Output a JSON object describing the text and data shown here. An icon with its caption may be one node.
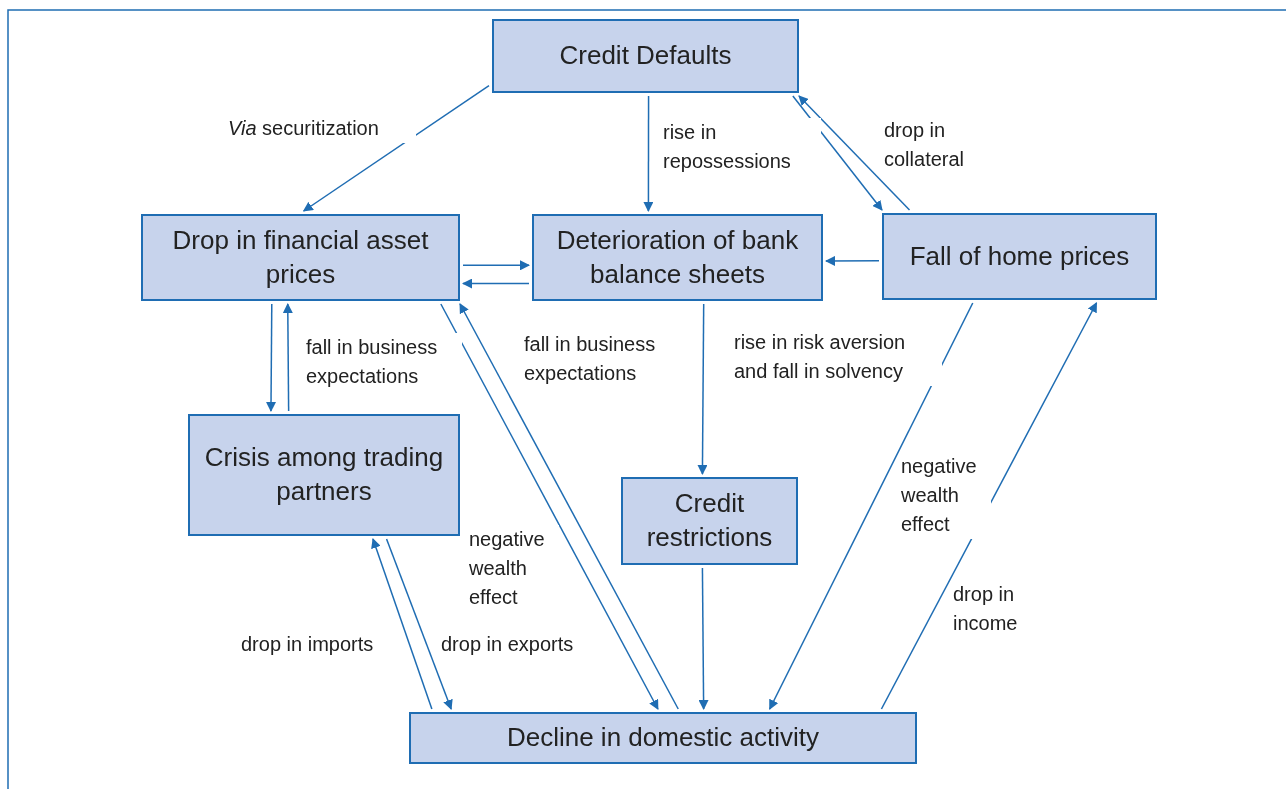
{
  "diagram": {
    "nodes": [
      {
        "text": [
          "Credit Defaults"
        ]
      },
      {
        "text": [
          "Drop in financial asset prices"
        ]
      },
      {
        "text": [
          "Deterioration of bank balance sheets"
        ]
      },
      {
        "text": [
          "Fall of home prices"
        ]
      },
      {
        "text": [
          "Crisis among trading partners"
        ]
      },
      {
        "text": [
          "Credit restrictions"
        ]
      },
      {
        "text": [
          "Decline in domestic activity"
        ]
      }
    ],
    "edges": [
      {
        "from": 0,
        "to": 1,
        "arrow": "to",
        "label": "*Via* securitization"
      },
      {
        "from": 0,
        "to": 2,
        "arrow": "to",
        "label": "rise in repossessions"
      },
      {
        "from": 0,
        "to": 3,
        "arrow": "to"
      },
      {
        "from": 3,
        "to": 0,
        "arrow": "to",
        "label": "drop in collateral"
      },
      {
        "from": 1,
        "to": 2,
        "arrow": "to"
      },
      {
        "from": 2,
        "to": 1,
        "arrow": "to"
      },
      {
        "from": 3,
        "to": 2,
        "arrow": "to"
      },
      {
        "from": 1,
        "to": 4,
        "arrow": "to"
      },
      {
        "from": 4,
        "to": 1,
        "arrow": "to",
        "label": "fall in business expectations"
      },
      {
        "from": 1,
        "to": 6,
        "arrow": "to",
        "label": "negative wealth effect"
      },
      {
        "from": 6,
        "to": 1,
        "arrow": "to",
        "label": "fall in business expectations"
      },
      {
        "from": 2,
        "to": 5,
        "arrow": "to",
        "label": "rise in risk aversion and fall in solvency"
      },
      {
        "from": 5,
        "to": 6,
        "arrow": "to"
      },
      {
        "from": 3,
        "to": 6,
        "arrow": "to",
        "label": "negative wealth effect"
      },
      {
        "from": 6,
        "to": 3,
        "arrow": "to",
        "label": "drop in income"
      },
      {
        "from": 6,
        "to": 4,
        "arrow": "to",
        "label": "drop in imports"
      },
      {
        "from": 4,
        "to": 6,
        "arrow": "to",
        "label": "drop in exports"
      }
    ]
  }
}
